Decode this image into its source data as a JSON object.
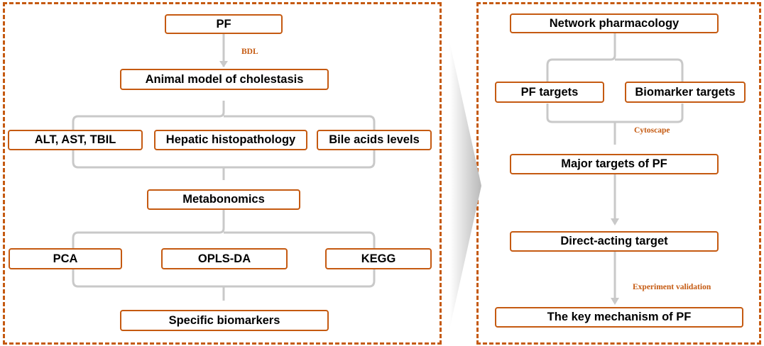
{
  "colors": {
    "accent": "#c55a11",
    "connector": "#c9c9c9"
  },
  "left_panel": {
    "nodes": {
      "pf": "PF",
      "animal_model": "Animal model of cholestasis",
      "alt_ast_tbil": "ALT, AST, TBIL",
      "hepatic_histopathology": "Hepatic histopathology",
      "bile_acids_levels": "Bile acids levels",
      "metabonomics": "Metabonomics",
      "pca": "PCA",
      "opls_da": "OPLS-DA",
      "kegg": "KEGG",
      "specific_biomarkers": "Specific biomarkers"
    },
    "edge_labels": {
      "bdl": "BDL"
    }
  },
  "right_panel": {
    "nodes": {
      "network_pharmacology": "Network pharmacology",
      "pf_targets": "PF targets",
      "biomarker_targets": "Biomarker targets",
      "major_targets": "Major targets of PF",
      "direct_acting_target": "Direct-acting target",
      "key_mechanism": "The key mechanism of PF"
    },
    "edge_labels": {
      "cytoscape": "Cytoscape",
      "experiment_validation": "Experiment validation"
    }
  }
}
